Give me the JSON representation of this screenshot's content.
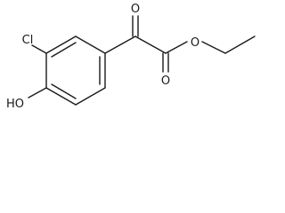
{
  "molecule": {
    "atoms": {
      "chlorine": "Cl",
      "hydroxyl": "HO",
      "ketone_oxygen": "O",
      "ester_carbonyl_oxygen": "O",
      "ester_ether_oxygen": "O"
    },
    "colors": {
      "ink": "#1a1a1a",
      "background": "#ffffff"
    }
  }
}
